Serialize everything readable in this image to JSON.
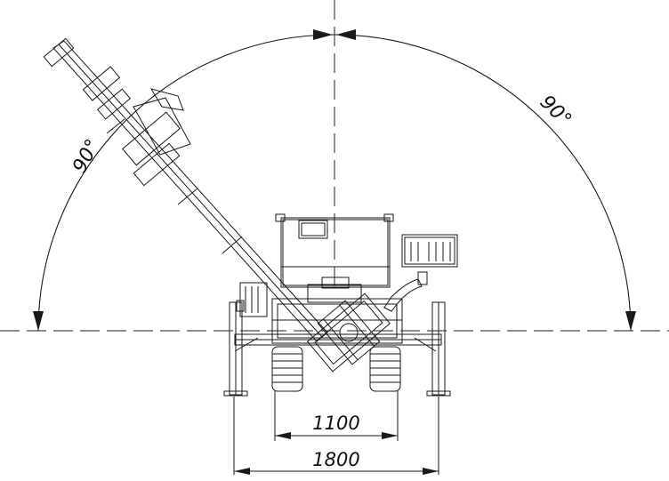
{
  "drawing": {
    "angle_left": "90°",
    "angle_right": "90°",
    "dim_track_width": "1100",
    "dim_outrigger_width": "1800",
    "colors": {
      "line": "#1a1a1a",
      "background": "#ffffff"
    }
  }
}
